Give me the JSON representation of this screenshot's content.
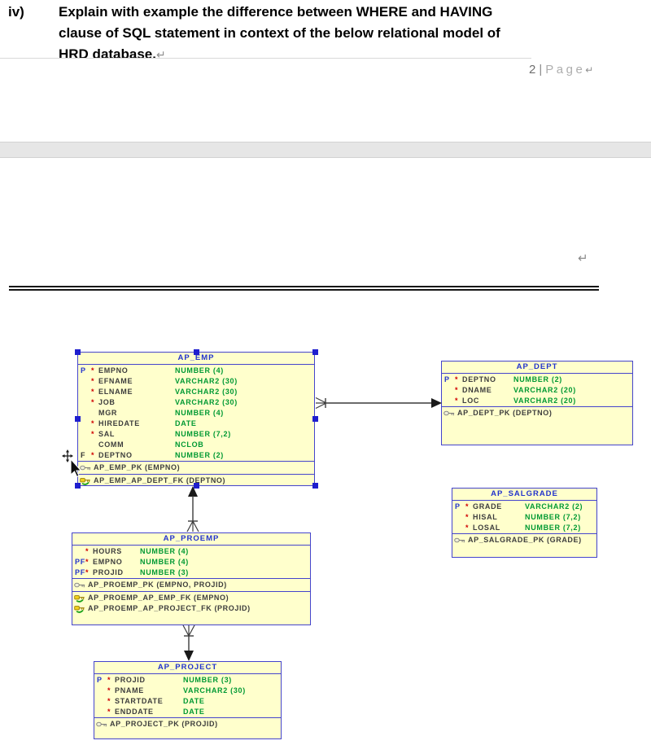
{
  "question": {
    "number": "iv)",
    "lines": [
      "Explain with example the difference between WHERE and HAVING",
      "clause of SQL statement in context of the below relational model of",
      "HRD database."
    ],
    "paragraph_mark": "↵"
  },
  "footer": {
    "page_number": "2",
    "separator": "|",
    "page_label": "Page",
    "paragraph_mark": "↵"
  },
  "body_paragraph_mark": "↵",
  "diagram": {
    "selection": {
      "selected_table": "AP_EMP"
    },
    "tables": {
      "emp": {
        "title": "AP_EMP",
        "columns": [
          {
            "flag": "P",
            "star": "*",
            "name": "EMPNO",
            "type": "NUMBER (4)"
          },
          {
            "flag": "",
            "star": "*",
            "name": "EFNAME",
            "type": "VARCHAR2 (30)"
          },
          {
            "flag": "",
            "star": "*",
            "name": "ELNAME",
            "type": "VARCHAR2 (30)"
          },
          {
            "flag": "",
            "star": "*",
            "name": "JOB",
            "type": "VARCHAR2 (30)"
          },
          {
            "flag": "",
            "star": "",
            "name": "MGR",
            "type": "NUMBER (4)"
          },
          {
            "flag": "",
            "star": "*",
            "name": "HIREDATE",
            "type": "DATE"
          },
          {
            "flag": "",
            "star": "*",
            "name": "SAL",
            "type": "NUMBER (7,2)"
          },
          {
            "flag": "",
            "star": "",
            "name": "COMM",
            "type": "NCLOB"
          },
          {
            "flag": "F",
            "star": "*",
            "name": "DEPTNO",
            "type": "NUMBER (2)",
            "flag_class": "flag-f"
          }
        ],
        "pk_keys": [
          {
            "label": "AP_EMP_PK (EMPNO)"
          }
        ],
        "fk_keys": [
          {
            "label": "AP_EMP_AP_DEPT_FK (DEPTNO)"
          }
        ]
      },
      "dept": {
        "title": "AP_DEPT",
        "columns": [
          {
            "flag": "P",
            "star": "*",
            "name": "DEPTNO",
            "type": "NUMBER (2)"
          },
          {
            "flag": "",
            "star": "*",
            "name": "DNAME",
            "type": "VARCHAR2 (20)"
          },
          {
            "flag": "",
            "star": "*",
            "name": "LOC",
            "type": "VARCHAR2 (20)"
          }
        ],
        "pk_keys": [
          {
            "label": "AP_DEPT_PK (DEPTNO)"
          }
        ],
        "fk_keys": []
      },
      "salgrade": {
        "title": "AP_SALGRADE",
        "columns": [
          {
            "flag": "P",
            "star": "*",
            "name": "GRADE",
            "type": "VARCHAR2 (2)"
          },
          {
            "flag": "",
            "star": "*",
            "name": "HISAL",
            "type": "NUMBER (7,2)"
          },
          {
            "flag": "",
            "star": "*",
            "name": "LOSAL",
            "type": "NUMBER (7,2)"
          }
        ],
        "pk_keys": [
          {
            "label": "AP_SALGRADE_PK (GRADE)"
          }
        ],
        "fk_keys": []
      },
      "proemp": {
        "title": "AP_PROEMP",
        "columns": [
          {
            "flag": "",
            "star": "*",
            "name": "HOURS",
            "type": "NUMBER (4)"
          },
          {
            "flag": "PF",
            "star": "*",
            "name": "EMPNO",
            "type": "NUMBER (4)"
          },
          {
            "flag": "PF",
            "star": "*",
            "name": "PROJID",
            "type": "NUMBER (3)"
          }
        ],
        "pk_keys": [
          {
            "label": "AP_PROEMP_PK (EMPNO, PROJID)"
          }
        ],
        "fk_keys": [
          {
            "label": "AP_PROEMP_AP_EMP_FK (EMPNO)"
          },
          {
            "label": "AP_PROEMP_AP_PROJECT_FK (PROJID)"
          }
        ]
      },
      "project": {
        "title": "AP_PROJECT",
        "columns": [
          {
            "flag": "P",
            "star": "*",
            "name": "PROJID",
            "type": "NUMBER (3)"
          },
          {
            "flag": "",
            "star": "*",
            "name": "PNAME",
            "type": "VARCHAR2 (30)"
          },
          {
            "flag": "",
            "star": "*",
            "name": "STARTDATE",
            "type": "DATE"
          },
          {
            "flag": "",
            "star": "*",
            "name": "ENDDATE",
            "type": "DATE"
          }
        ],
        "pk_keys": [
          {
            "label": "AP_PROJECT_PK (PROJID)"
          }
        ],
        "fk_keys": []
      }
    },
    "relationships": [
      {
        "many_end": "AP_EMP",
        "arrow_end": "AP_DEPT"
      },
      {
        "many_end": "AP_PROEMP",
        "arrow_end": "AP_EMP"
      },
      {
        "many_end": "AP_PROEMP",
        "arrow_end": "AP_PROJECT"
      }
    ],
    "icons": {
      "pk": "key-icon",
      "fk": "foreign-key-icon",
      "cursor": "move-cursor-icon"
    },
    "colors": {
      "entity_fill": "#ffffcc",
      "entity_border": "#4444cc",
      "title_text": "#2233cc",
      "column_name": "#3d3d3d",
      "column_type": "#009933",
      "mandatory_star": "#d00000",
      "flag_text": "#2233cc",
      "selection_handle": "#1f1fce",
      "connector": "#3c3c3c"
    }
  }
}
